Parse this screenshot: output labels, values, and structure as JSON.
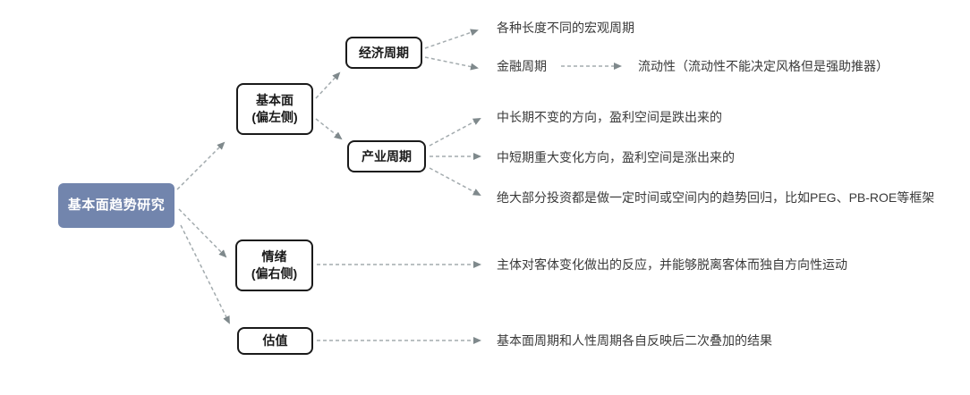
{
  "diagram": {
    "title": "基本面趋势研究",
    "colors": {
      "root_fill": "#7285AD",
      "root_text": "#FFFFFF",
      "node_border": "#1A1A1A",
      "node_fill": "#FFFFFF",
      "arrow_dash": "#A3ABAE",
      "arrowhead": "#7F898C",
      "leaf_text": "#3A3A3A"
    },
    "nodes": {
      "root": {
        "label": "基本面趋势研究"
      },
      "fundamental": {
        "line1": "基本面",
        "line2": "(偏左侧)"
      },
      "economic_cycle": {
        "label": "经济周期"
      },
      "industry_cycle": {
        "label": "产业周期"
      },
      "sentiment": {
        "line1": "情绪",
        "line2": "(偏右侧)"
      },
      "valuation": {
        "label": "估值"
      }
    },
    "leaves": {
      "macro_cycles": "各种长度不同的宏观周期",
      "financial_cycle": "金融周期",
      "liquidity": "流动性（流动性不能决定风格但是强助推器）",
      "mid_long_term": "中长期不变的方向，盈利空间是跌出来的",
      "mid_short_term": "中短期重大变化方向，盈利空间是涨出来的",
      "trend_reversion": "绝大部分投资都是做一定时间或空间内的趋势回归，比如PEG、PB-ROE等框架",
      "sentiment_desc": "主体对客体变化做出的反应，并能够脱离客体而独自方向性运动",
      "valuation_desc": "基本面周期和人性周期各自反映后二次叠加的结果"
    }
  }
}
